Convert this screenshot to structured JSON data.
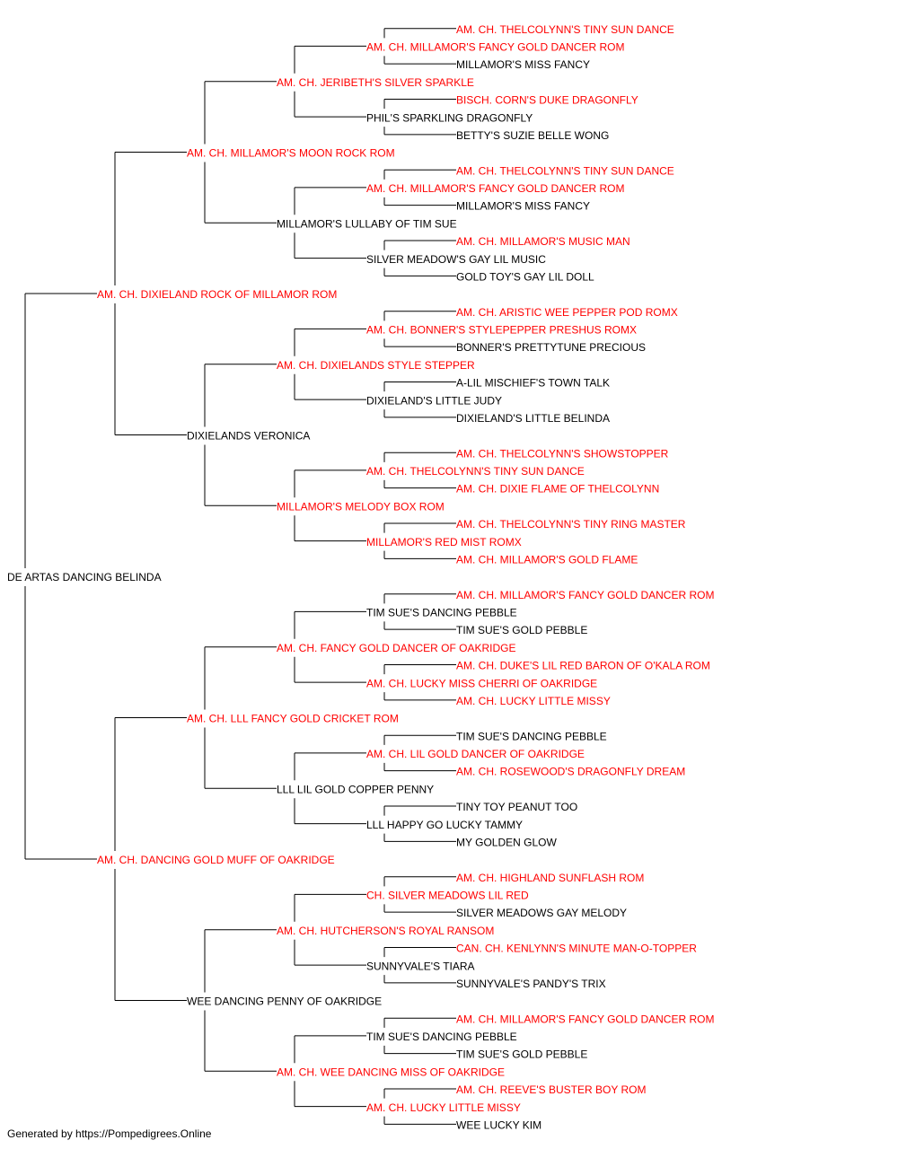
{
  "colors": {
    "champion": "#ff0000",
    "regular": "#000000",
    "line": "#000000"
  },
  "tree": {
    "name": "DE ARTAS DANCING BELINDA",
    "champion": false,
    "sire": {
      "name": "AM. CH. DIXIELAND ROCK OF MILLAMOR ROM",
      "champion": true,
      "sire": {
        "name": "AM. CH. MILLAMOR'S MOON ROCK ROM",
        "champion": true,
        "sire": {
          "name": "AM. CH. JERIBETH'S SILVER SPARKLE",
          "champion": true,
          "sire": {
            "name": "AM. CH. MILLAMOR'S FANCY GOLD DANCER ROM",
            "champion": true,
            "sire": {
              "name": "AM. CH. THELCOLYNN'S TINY SUN DANCE",
              "champion": true
            },
            "dam": {
              "name": "MILLAMOR'S MISS FANCY",
              "champion": false
            }
          },
          "dam": {
            "name": "PHIL'S SPARKLING DRAGONFLY",
            "champion": false,
            "sire": {
              "name": "BISCH. CORN'S DUKE DRAGONFLY",
              "champion": true
            },
            "dam": {
              "name": "BETTY'S SUZIE BELLE WONG",
              "champion": false
            }
          }
        },
        "dam": {
          "name": "MILLAMOR'S LULLABY OF TIM SUE",
          "champion": false,
          "sire": {
            "name": "AM. CH. MILLAMOR'S FANCY GOLD DANCER ROM",
            "champion": true,
            "sire": {
              "name": "AM. CH. THELCOLYNN'S TINY SUN DANCE",
              "champion": true
            },
            "dam": {
              "name": "MILLAMOR'S MISS FANCY",
              "champion": false
            }
          },
          "dam": {
            "name": "SILVER MEADOW'S GAY LIL MUSIC",
            "champion": false,
            "sire": {
              "name": "AM. CH. MILLAMOR'S MUSIC MAN",
              "champion": true
            },
            "dam": {
              "name": "GOLD TOY'S GAY LIL DOLL",
              "champion": false
            }
          }
        }
      },
      "dam": {
        "name": "DIXIELANDS VERONICA",
        "champion": false,
        "sire": {
          "name": "AM. CH. DIXIELANDS STYLE STEPPER",
          "champion": true,
          "sire": {
            "name": "AM. CH. BONNER'S STYLEPEPPER PRESHUS ROMX",
            "champion": true,
            "sire": {
              "name": "AM. CH. ARISTIC WEE PEPPER POD ROMX",
              "champion": true
            },
            "dam": {
              "name": "BONNER'S PRETTYTUNE PRECIOUS",
              "champion": false
            }
          },
          "dam": {
            "name": "DIXIELAND'S LITTLE JUDY",
            "champion": false,
            "sire": {
              "name": "A-LIL MISCHIEF'S TOWN TALK",
              "champion": false
            },
            "dam": {
              "name": "DIXIELAND'S LITTLE BELINDA",
              "champion": false
            }
          }
        },
        "dam": {
          "name": "MILLAMOR'S MELODY BOX ROM",
          "champion": true,
          "sire": {
            "name": "AM. CH. THELCOLYNN'S TINY SUN DANCE",
            "champion": true,
            "sire": {
              "name": "AM. CH. THELCOLYNN'S SHOWSTOPPER",
              "champion": true
            },
            "dam": {
              "name": "AM. CH. DIXIE FLAME OF THELCOLYNN",
              "champion": true
            }
          },
          "dam": {
            "name": "MILLAMOR'S RED MIST ROMX",
            "champion": true,
            "sire": {
              "name": "AM. CH. THELCOLYNN'S TINY RING MASTER",
              "champion": true
            },
            "dam": {
              "name": "AM. CH. MILLAMOR'S GOLD FLAME",
              "champion": true
            }
          }
        }
      }
    },
    "dam": {
      "name": "AM. CH. DANCING GOLD MUFF OF OAKRIDGE",
      "champion": true,
      "sire": {
        "name": "AM. CH. LLL FANCY GOLD CRICKET ROM",
        "champion": true,
        "sire": {
          "name": "AM. CH. FANCY GOLD DANCER OF OAKRIDGE",
          "champion": true,
          "sire": {
            "name": "TIM SUE'S DANCING PEBBLE",
            "champion": false,
            "sire": {
              "name": "AM. CH. MILLAMOR'S FANCY GOLD DANCER ROM",
              "champion": true
            },
            "dam": {
              "name": "TIM SUE'S GOLD PEBBLE",
              "champion": false
            }
          },
          "dam": {
            "name": "AM. CH. LUCKY MISS CHERRI OF OAKRIDGE",
            "champion": true,
            "sire": {
              "name": "AM. CH. DUKE'S LIL RED BARON OF O'KALA ROM",
              "champion": true
            },
            "dam": {
              "name": "AM. CH. LUCKY LITTLE MISSY",
              "champion": true
            }
          }
        },
        "dam": {
          "name": "LLL LIL GOLD COPPER PENNY",
          "champion": false,
          "sire": {
            "name": "AM. CH. LIL GOLD DANCER OF OAKRIDGE",
            "champion": true,
            "sire": {
              "name": "TIM SUE'S DANCING PEBBLE",
              "champion": false
            },
            "dam": {
              "name": "AM. CH. ROSEWOOD'S DRAGONFLY DREAM",
              "champion": true
            }
          },
          "dam": {
            "name": "LLL HAPPY GO LUCKY TAMMY",
            "champion": false,
            "sire": {
              "name": "TINY TOY PEANUT TOO",
              "champion": false
            },
            "dam": {
              "name": "MY GOLDEN GLOW",
              "champion": false
            }
          }
        }
      },
      "dam": {
        "name": "WEE DANCING PENNY OF OAKRIDGE",
        "champion": false,
        "sire": {
          "name": "AM. CH. HUTCHERSON'S ROYAL RANSOM",
          "champion": true,
          "sire": {
            "name": "CH. SILVER MEADOWS LIL RED",
            "champion": true,
            "sire": {
              "name": "AM. CH. HIGHLAND SUNFLASH ROM",
              "champion": true
            },
            "dam": {
              "name": "SILVER MEADOWS GAY MELODY",
              "champion": false
            }
          },
          "dam": {
            "name": "SUNNYVALE'S TIARA",
            "champion": false,
            "sire": {
              "name": "CAN. CH. KENLYNN'S MINUTE MAN-O-TOPPER",
              "champion": true
            },
            "dam": {
              "name": "SUNNYVALE'S PANDY'S TRIX",
              "champion": false
            }
          }
        },
        "dam": {
          "name": "AM. CH. WEE DANCING MISS OF OAKRIDGE",
          "champion": true,
          "sire": {
            "name": "TIM SUE'S DANCING PEBBLE",
            "champion": false,
            "sire": {
              "name": "AM. CH. MILLAMOR'S FANCY GOLD DANCER ROM",
              "champion": true
            },
            "dam": {
              "name": "TIM SUE'S GOLD PEBBLE",
              "champion": false
            }
          },
          "dam": {
            "name": "AM. CH. LUCKY LITTLE MISSY",
            "champion": true,
            "sire": {
              "name": "AM. CH. REEVE'S BUSTER BOY ROM",
              "champion": true
            },
            "dam": {
              "name": "WEE LUCKY KIM",
              "champion": false
            }
          }
        }
      }
    }
  },
  "footer": {
    "text": "Generated by https://Pompedigrees.Online"
  }
}
